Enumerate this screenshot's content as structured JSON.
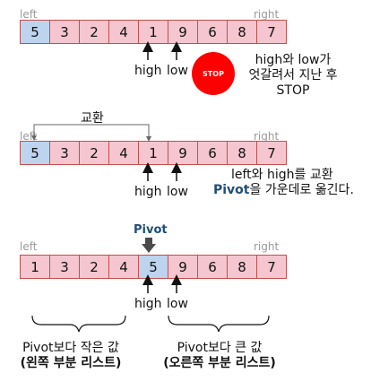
{
  "colors": {
    "cell_fill": "#f5c6cf",
    "cell_border": "#c0504d",
    "pivot_fill": "#bdd3ee",
    "stop_red": "#ff0000",
    "pivot_text": "#1f4e79"
  },
  "step1": {
    "left": "left",
    "right": "right",
    "cells": [
      "5",
      "3",
      "2",
      "4",
      "1",
      "9",
      "6",
      "8",
      "7"
    ],
    "high": "high",
    "low": "low",
    "stop_sign": "STOP",
    "note_lines": [
      "high와 low가",
      "엇갈려서 지난 후",
      "STOP"
    ]
  },
  "step2": {
    "swap_label": "교환",
    "left": "left",
    "right": "right",
    "cells": [
      "5",
      "3",
      "2",
      "4",
      "1",
      "9",
      "6",
      "8",
      "7"
    ],
    "high": "high",
    "low": "low",
    "note_line1": "left와 high를 교환",
    "note_pivot": "Pivot",
    "note_line2_rest": "을 가운데로 옮긴다."
  },
  "step3": {
    "pivot_label": "Pivot",
    "left": "left",
    "right": "right",
    "cells": [
      "1",
      "3",
      "2",
      "4",
      "5",
      "9",
      "6",
      "8",
      "7"
    ],
    "high": "high",
    "low": "low",
    "left_caption": [
      "Pivot보다 작은 값",
      "(왼쪽 부분 리스트)"
    ],
    "right_caption": [
      "Pivot보다 큰 값",
      "(오른쪽 부분 리스트)"
    ]
  },
  "icons": [
    "up-arrow-icon",
    "down-arrow-icon",
    "stop-sign-icon",
    "brace-icon"
  ]
}
